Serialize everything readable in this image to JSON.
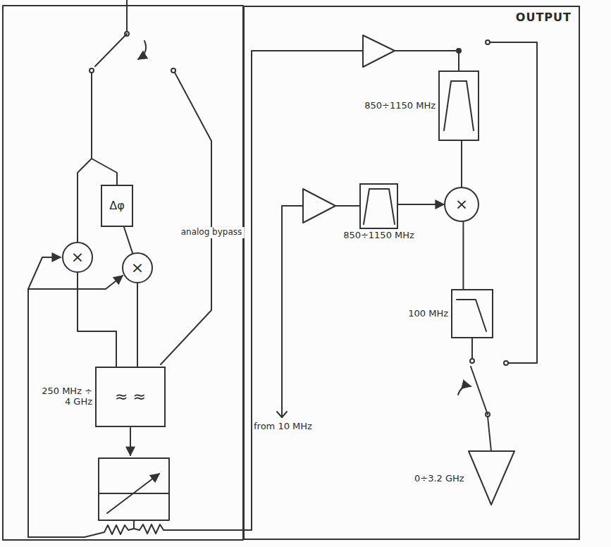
{
  "diagram": {
    "nodes": [
      {
        "text": [
          "OUTPUT"
        ]
      },
      {
        "text": [
          "Δφ"
        ]
      },
      {
        "text": [
          "×"
        ]
      },
      {
        "text": [
          "×"
        ]
      },
      {
        "text": [
          "≈ ≈",
          "250 MHz ÷ 4 GHz"
        ]
      },
      {
        "text": [
          "850÷1150 MHz"
        ],
        "in": 0
      },
      {
        "text": [
          "×"
        ],
        "in": 0
      },
      {
        "text": [
          "850÷1150 MHz"
        ],
        "in": 0
      },
      {
        "text": [
          "100 MHz"
        ],
        "in": 0
      }
    ],
    "edges": [
      {
        "from": 1,
        "to": 3,
        "arrow": "none"
      },
      {
        "from": 2,
        "to": 4,
        "arrow": "none"
      },
      {
        "from": 3,
        "to": 4,
        "arrow": "none"
      },
      {
        "from": 5,
        "to": 6,
        "arrow": "none"
      },
      {
        "from": 7,
        "to": 6,
        "arrow": "to"
      },
      {
        "from": 6,
        "to": 8,
        "arrow": "none"
      }
    ],
    "labels": [
      "analog bypass",
      "from 10 MHz",
      "0÷3.2 GHz"
    ]
  }
}
